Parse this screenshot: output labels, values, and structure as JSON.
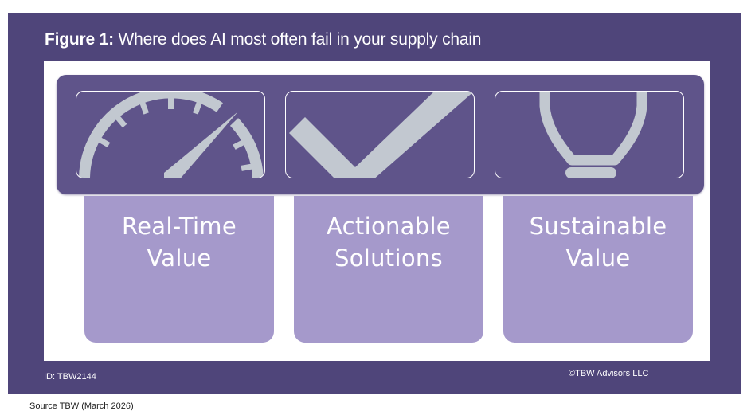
{
  "figure": {
    "label": "Figure 1:",
    "title": "Where does AI most often fail in your supply chain"
  },
  "colors": {
    "frame": "#4f457a",
    "band": "#5f548a",
    "card": "#a599cb",
    "icon": "#c2c8d0"
  },
  "items": [
    {
      "icon": "speedometer-icon",
      "label_line1": "Real-Time",
      "label_line2": "Value"
    },
    {
      "icon": "checkmark-icon",
      "label_line1": "Actionable",
      "label_line2": "Solutions"
    },
    {
      "icon": "lightbulb-icon",
      "label_line1": "Sustainable",
      "label_line2": "Value"
    }
  ],
  "footer": {
    "id": "ID: TBW2144",
    "copyright": "©TBW Advisors LLC",
    "source": "Source TBW (March 2026)"
  }
}
